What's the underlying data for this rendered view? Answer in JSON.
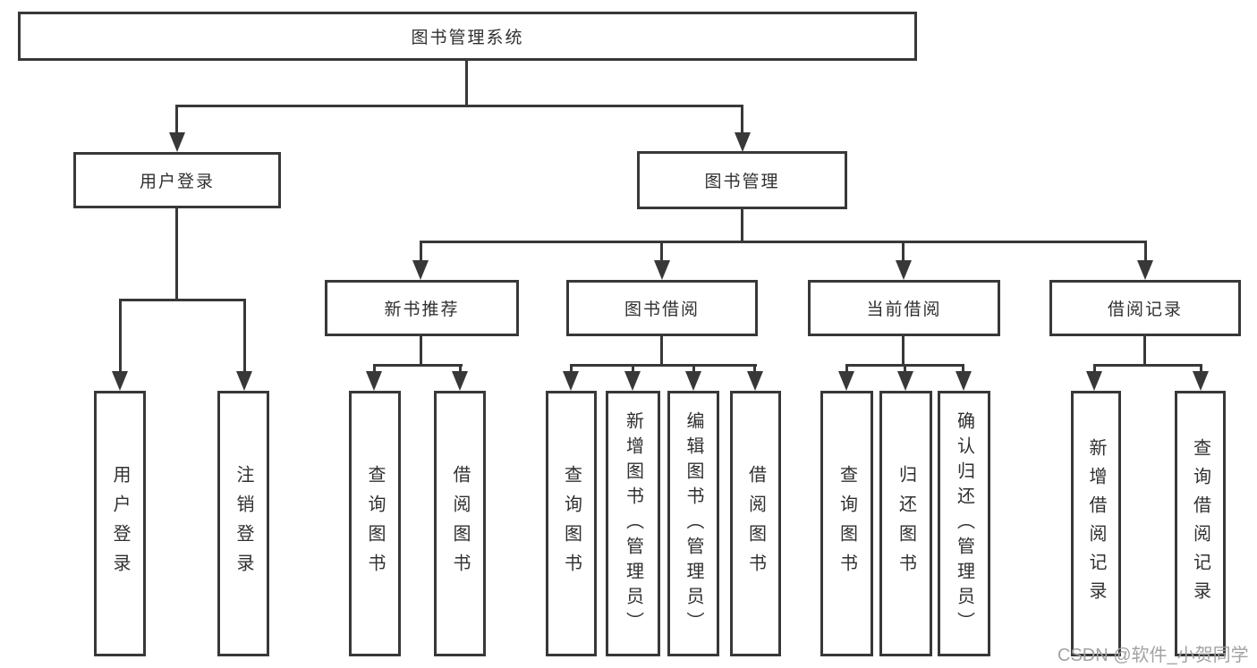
{
  "diagram": {
    "title": "图书管理系统",
    "level2": [
      "用户登录",
      "图书管理"
    ],
    "level3": [
      "新书推荐",
      "图书借阅",
      "当前借阅",
      "借阅记录"
    ],
    "leaves": {
      "user_login": [
        "用户登录",
        "注销登录"
      ],
      "new_book_recommend": [
        "查询图书",
        "借阅图书"
      ],
      "book_borrow": [
        "查询图书",
        "新增图书（管理员）",
        "编辑图书（管理员）",
        "借阅图书"
      ],
      "current_borrow": [
        "查询图书",
        "归还图书",
        "确认归还（管理员）"
      ],
      "borrow_record": [
        "新增借阅记录",
        "查询借阅记录"
      ]
    },
    "watermark": "CSDN @软件_小贺同学",
    "colors": {
      "line": "#383838",
      "text": "#303030",
      "watermark": "#a2a2a2",
      "background": "#ffffff"
    }
  }
}
